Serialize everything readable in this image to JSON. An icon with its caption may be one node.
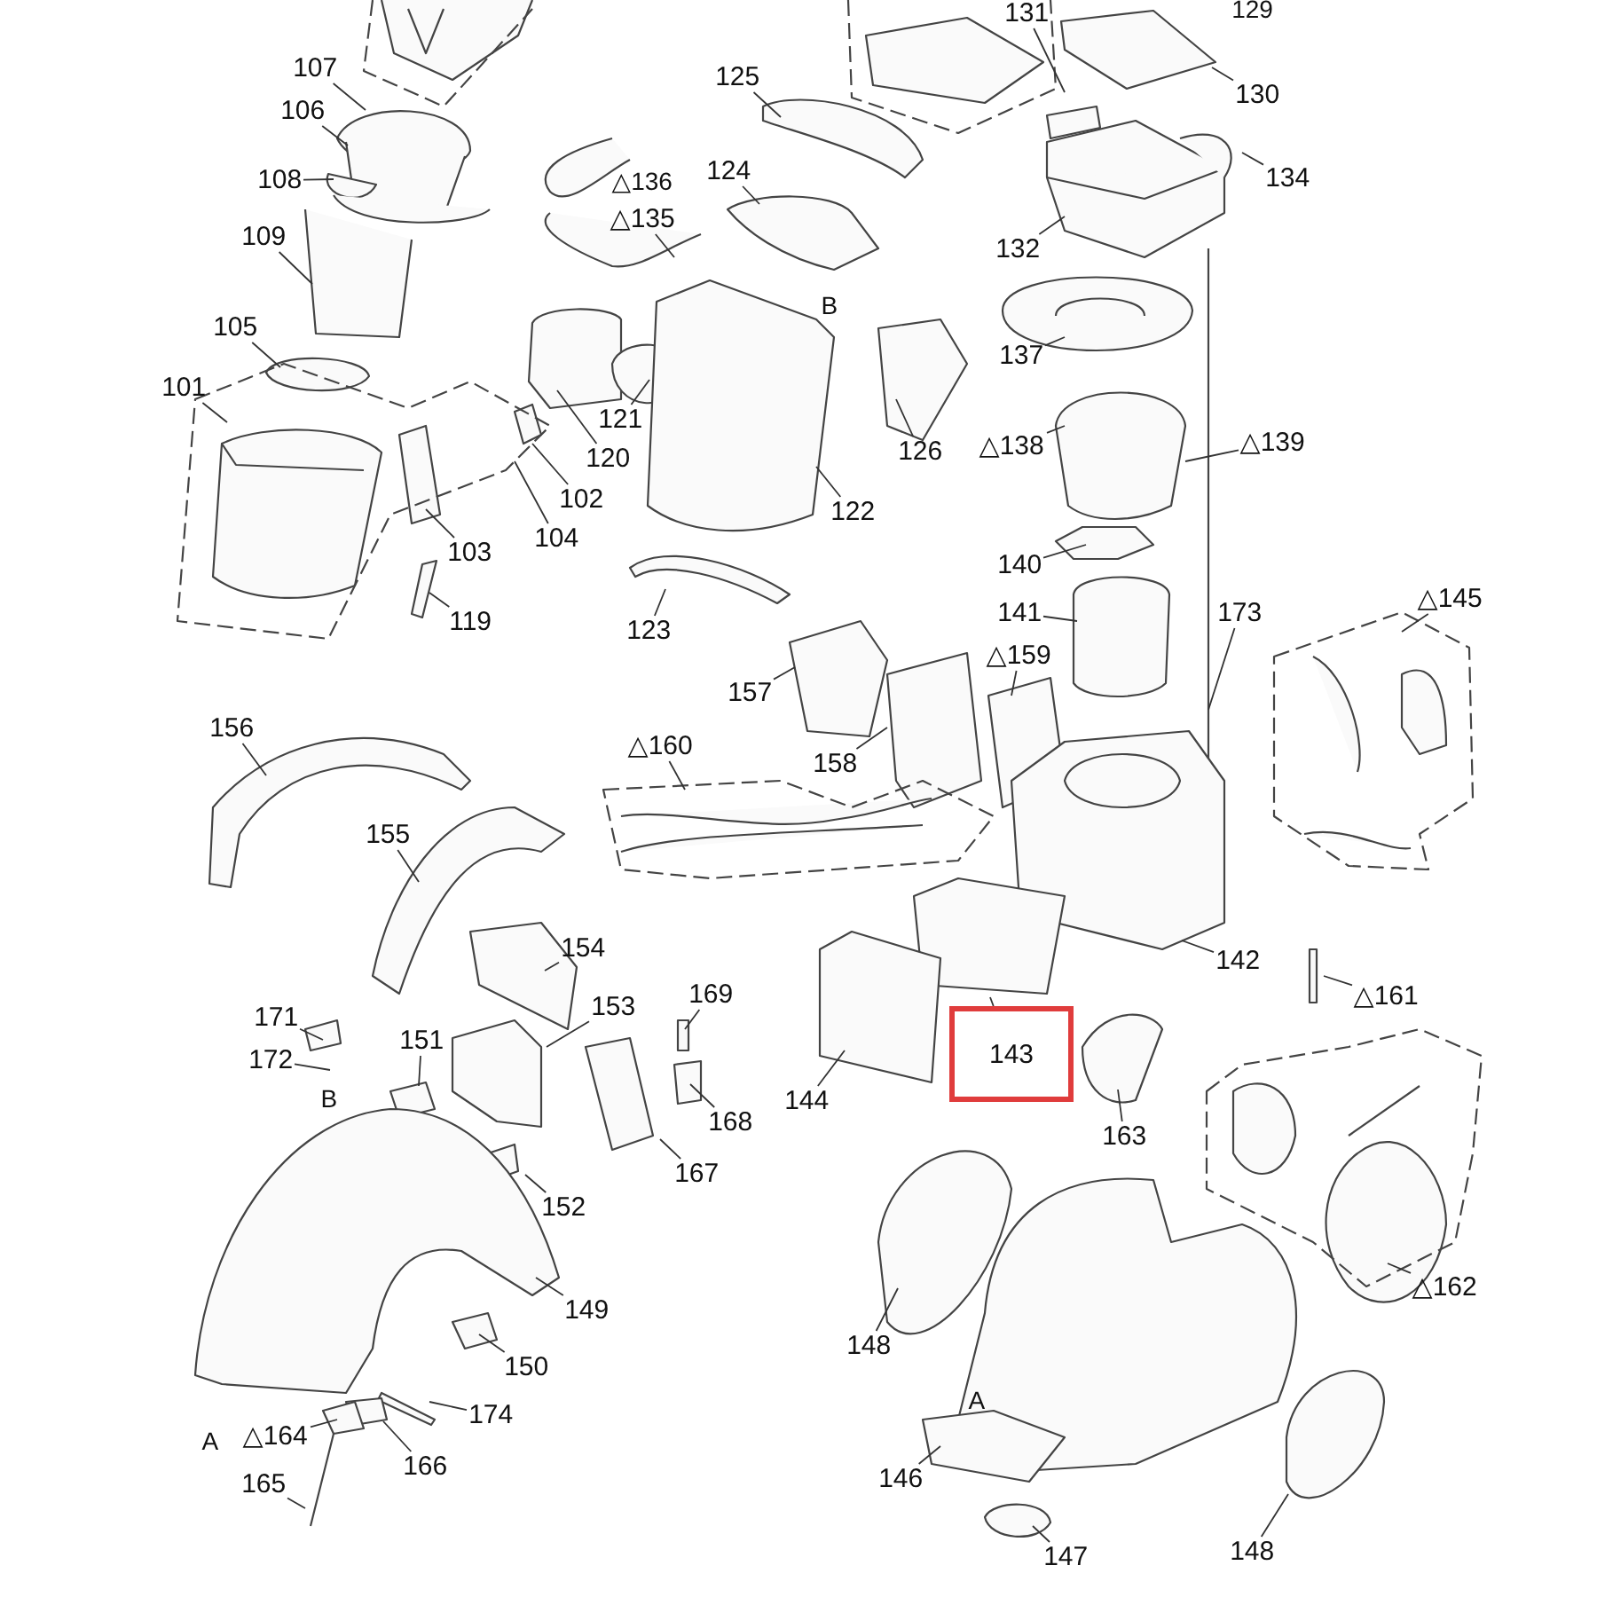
{
  "diagram": {
    "nodes": [
      {
        "text": [
          "107"
        ]
      },
      {
        "text": [
          "106"
        ]
      },
      {
        "text": [
          "108"
        ]
      },
      {
        "text": [
          "109"
        ]
      },
      {
        "text": [
          "105"
        ]
      },
      {
        "text": [
          "101"
        ]
      },
      {
        "text": [
          "102"
        ]
      },
      {
        "text": [
          "103"
        ]
      },
      {
        "text": [
          "104"
        ]
      },
      {
        "text": [
          "119"
        ]
      },
      {
        "text": [
          "△135"
        ]
      },
      {
        "text": [
          "125"
        ]
      },
      {
        "text": [
          "124"
        ]
      },
      {
        "text": [
          "120"
        ]
      },
      {
        "text": [
          "121"
        ]
      },
      {
        "text": [
          "122"
        ]
      },
      {
        "text": [
          "126"
        ]
      },
      {
        "text": [
          "123"
        ]
      },
      {
        "text": [
          "131"
        ]
      },
      {
        "text": [
          "130"
        ]
      },
      {
        "text": [
          "134"
        ]
      },
      {
        "text": [
          "132"
        ]
      },
      {
        "text": [
          "137"
        ]
      },
      {
        "text": [
          "△138"
        ]
      },
      {
        "text": [
          "△139"
        ]
      },
      {
        "text": [
          "140"
        ]
      },
      {
        "text": [
          "141"
        ]
      },
      {
        "text": [
          "173"
        ]
      },
      {
        "text": [
          "△145"
        ]
      },
      {
        "text": [
          "△159"
        ]
      },
      {
        "text": [
          "157"
        ]
      },
      {
        "text": [
          "158"
        ]
      },
      {
        "text": [
          "156"
        ]
      },
      {
        "text": [
          "△160"
        ]
      },
      {
        "text": [
          "155"
        ]
      },
      {
        "text": [
          "154"
        ]
      },
      {
        "text": [
          "171"
        ]
      },
      {
        "text": [
          "153"
        ]
      },
      {
        "text": [
          "169"
        ]
      },
      {
        "text": [
          "172"
        ]
      },
      {
        "text": [
          "151"
        ]
      },
      {
        "text": [
          "142"
        ]
      },
      {
        "text": [
          "△161"
        ]
      },
      {
        "text": [
          "143"
        ]
      },
      {
        "text": [
          "144"
        ]
      },
      {
        "text": [
          "168"
        ]
      },
      {
        "text": [
          "167"
        ]
      },
      {
        "text": [
          "163"
        ]
      },
      {
        "text": [
          "152"
        ]
      },
      {
        "text": [
          "149"
        ]
      },
      {
        "text": [
          "150"
        ]
      },
      {
        "text": [
          "148"
        ]
      },
      {
        "text": [
          "△162"
        ]
      },
      {
        "text": [
          "△164"
        ]
      },
      {
        "text": [
          "174"
        ]
      },
      {
        "text": [
          "166"
        ]
      },
      {
        "text": [
          "165"
        ]
      },
      {
        "text": [
          "146"
        ]
      },
      {
        "text": [
          "147"
        ]
      },
      {
        "text": [
          "148"
        ]
      }
    ],
    "edges": [
      {
        "from": 0,
        "to": null,
        "arrow": "none"
      },
      {
        "from": 1,
        "to": null,
        "arrow": "none"
      },
      {
        "from": 2,
        "to": null,
        "arrow": "none"
      },
      {
        "from": 3,
        "to": null,
        "arrow": "none"
      },
      {
        "from": 4,
        "to": null,
        "arrow": "none"
      },
      {
        "from": 5,
        "to": null,
        "arrow": "none"
      },
      {
        "from": 6,
        "to": null,
        "arrow": "none"
      },
      {
        "from": 7,
        "to": null,
        "arrow": "none"
      },
      {
        "from": 8,
        "to": null,
        "arrow": "none"
      },
      {
        "from": 9,
        "to": null,
        "arrow": "none"
      },
      {
        "from": 10,
        "to": null,
        "arrow": "none"
      },
      {
        "from": 11,
        "to": null,
        "arrow": "none"
      },
      {
        "from": 12,
        "to": null,
        "arrow": "none"
      },
      {
        "from": 13,
        "to": null,
        "arrow": "none"
      },
      {
        "from": 14,
        "to": null,
        "arrow": "none"
      },
      {
        "from": 15,
        "to": null,
        "arrow": "none"
      },
      {
        "from": 16,
        "to": null,
        "arrow": "none"
      },
      {
        "from": 17,
        "to": null,
        "arrow": "none"
      },
      {
        "from": 18,
        "to": null,
        "arrow": "none"
      },
      {
        "from": 19,
        "to": null,
        "arrow": "none"
      },
      {
        "from": 20,
        "to": null,
        "arrow": "none"
      },
      {
        "from": 21,
        "to": null,
        "arrow": "none"
      },
      {
        "from": 22,
        "to": null,
        "arrow": "none"
      },
      {
        "from": 23,
        "to": null,
        "arrow": "none"
      },
      {
        "from": 24,
        "to": null,
        "arrow": "none"
      },
      {
        "from": 25,
        "to": null,
        "arrow": "none"
      },
      {
        "from": 26,
        "to": null,
        "arrow": "none"
      },
      {
        "from": 27,
        "to": null,
        "arrow": "none"
      },
      {
        "from": 28,
        "to": null,
        "arrow": "none"
      },
      {
        "from": 29,
        "to": null,
        "arrow": "none"
      },
      {
        "from": 30,
        "to": null,
        "arrow": "none"
      },
      {
        "from": 31,
        "to": null,
        "arrow": "none"
      },
      {
        "from": 32,
        "to": null,
        "arrow": "none"
      },
      {
        "from": 33,
        "to": null,
        "arrow": "none"
      },
      {
        "from": 34,
        "to": null,
        "arrow": "none"
      },
      {
        "from": 35,
        "to": null,
        "arrow": "none"
      },
      {
        "from": 36,
        "to": null,
        "arrow": "none"
      },
      {
        "from": 37,
        "to": null,
        "arrow": "none"
      },
      {
        "from": 38,
        "to": null,
        "arrow": "none"
      },
      {
        "from": 39,
        "to": null,
        "arrow": "none"
      },
      {
        "from": 40,
        "to": null,
        "arrow": "none"
      },
      {
        "from": 41,
        "to": null,
        "arrow": "none"
      },
      {
        "from": 42,
        "to": null,
        "arrow": "none"
      },
      {
        "from": 43,
        "to": null,
        "arrow": "none"
      },
      {
        "from": 44,
        "to": null,
        "arrow": "none"
      },
      {
        "from": 45,
        "to": null,
        "arrow": "none"
      },
      {
        "from": 46,
        "to": null,
        "arrow": "none"
      },
      {
        "from": 47,
        "to": null,
        "arrow": "none"
      },
      {
        "from": 48,
        "to": null,
        "arrow": "none"
      },
      {
        "from": 49,
        "to": null,
        "arrow": "none"
      },
      {
        "from": 50,
        "to": null,
        "arrow": "none"
      },
      {
        "from": 51,
        "to": null,
        "arrow": "none"
      },
      {
        "from": 52,
        "to": null,
        "arrow": "none"
      },
      {
        "from": 53,
        "to": null,
        "arrow": "none"
      },
      {
        "from": 54,
        "to": null,
        "arrow": "none"
      },
      {
        "from": 55,
        "to": null,
        "arrow": "none"
      },
      {
        "from": 56,
        "to": null,
        "arrow": "none"
      },
      {
        "from": 57,
        "to": null,
        "arrow": "none"
      },
      {
        "from": 58,
        "to": null,
        "arrow": "none"
      },
      {
        "from": 59,
        "to": null,
        "arrow": "none"
      }
    ],
    "labels": [
      "129",
      "△136",
      "B",
      "B",
      "A",
      "A"
    ]
  }
}
